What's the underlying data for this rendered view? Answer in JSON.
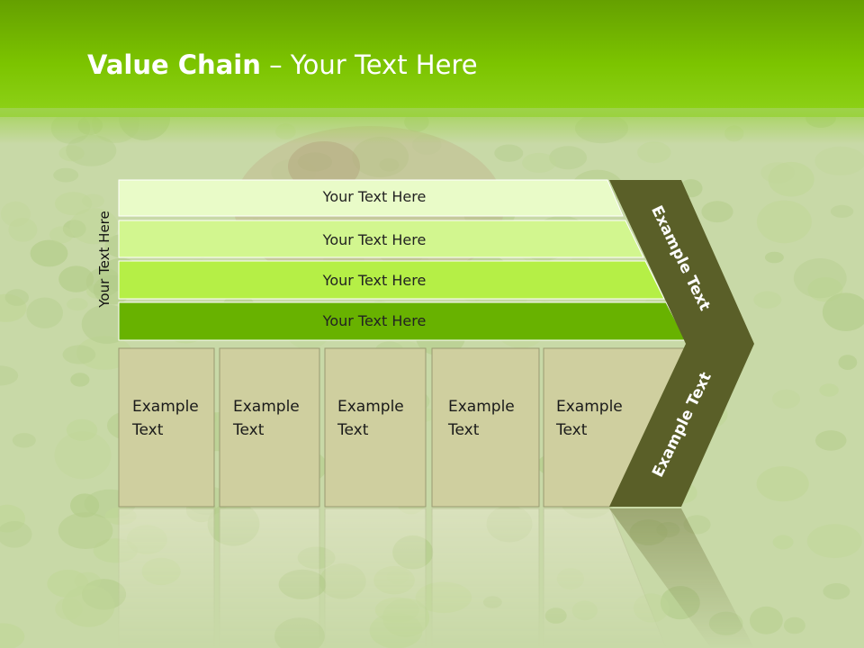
{
  "title": {
    "bold": "Value Chain",
    "rest": " – Your Text Here"
  },
  "side_label": "Your Text Here",
  "bars": [
    {
      "label": "Your Text Here",
      "color": "#e9fbc8"
    },
    {
      "label": "Your Text Here",
      "color": "#d2f68f"
    },
    {
      "label": "Your Text Here",
      "color": "#b5ef46"
    },
    {
      "label": "Your Text Here",
      "color": "#68b200"
    }
  ],
  "columns": [
    {
      "line1": "Example",
      "line2": "Text"
    },
    {
      "line1": "Example",
      "line2": "Text"
    },
    {
      "line1": "Example",
      "line2": "Text"
    },
    {
      "line1": "Example",
      "line2": "Text"
    },
    {
      "line1": "Example",
      "line2": "Text"
    }
  ],
  "chevron": {
    "upper_label": "Example Text",
    "lower_label": "Example Text",
    "color": "#5a5f28"
  },
  "column_color": "#cfcf9f"
}
